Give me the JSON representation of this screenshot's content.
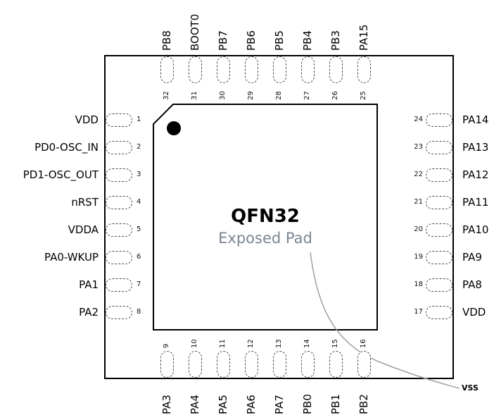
{
  "diagram": {
    "package_title": "QFN32",
    "package_subtitle": "Exposed Pad",
    "exposed_pad_net_label": "VSS"
  },
  "pins": {
    "top": [
      {
        "number": "32",
        "name": "PB8"
      },
      {
        "number": "31",
        "name": "BOOT0"
      },
      {
        "number": "30",
        "name": "PB7"
      },
      {
        "number": "29",
        "name": "PB6"
      },
      {
        "number": "28",
        "name": "PB5"
      },
      {
        "number": "27",
        "name": "PB4"
      },
      {
        "number": "26",
        "name": "PB3"
      },
      {
        "number": "25",
        "name": "PA15"
      }
    ],
    "left": [
      {
        "number": "1",
        "name": "VDD"
      },
      {
        "number": "2",
        "name": "PD0-OSC_IN"
      },
      {
        "number": "3",
        "name": "PD1-OSC_OUT"
      },
      {
        "number": "4",
        "name": "nRST"
      },
      {
        "number": "5",
        "name": "VDDA"
      },
      {
        "number": "6",
        "name": "PA0-WKUP"
      },
      {
        "number": "7",
        "name": "PA1"
      },
      {
        "number": "8",
        "name": "PA2"
      }
    ],
    "right": [
      {
        "number": "24",
        "name": "PA14"
      },
      {
        "number": "23",
        "name": "PA13"
      },
      {
        "number": "22",
        "name": "PA12"
      },
      {
        "number": "21",
        "name": "PA11"
      },
      {
        "number": "20",
        "name": "PA10"
      },
      {
        "number": "19",
        "name": "PA9"
      },
      {
        "number": "18",
        "name": "PA8"
      },
      {
        "number": "17",
        "name": "VDD"
      }
    ],
    "bottom": [
      {
        "number": "9",
        "name": "PA3"
      },
      {
        "number": "10",
        "name": "PA4"
      },
      {
        "number": "11",
        "name": "PA5"
      },
      {
        "number": "12",
        "name": "PA6"
      },
      {
        "number": "13",
        "name": "PA7"
      },
      {
        "number": "14",
        "name": "PB0"
      },
      {
        "number": "15",
        "name": "PB1"
      },
      {
        "number": "16",
        "name": "PB2"
      }
    ]
  },
  "colors": {
    "line": "#000000",
    "pin_outline": "#4d4d4d",
    "subtitle": "#7b8692",
    "leader": "#9aa2aa"
  }
}
